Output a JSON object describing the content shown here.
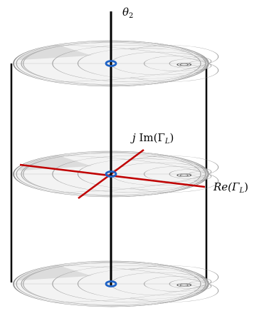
{
  "labels": {
    "axis_top": "θ",
    "axis_top_sub": "2",
    "imag_prefix": "j",
    "imag_func": "Im(Γ",
    "imag_sub": "L",
    "imag_close": ")",
    "real_func": "Re(Γ",
    "real_sub": "L",
    "real_close": ")"
  },
  "colors": {
    "vertical_axis": "#000000",
    "cross_axes": "#c00000",
    "marker": "#1f63c6",
    "chart_lines": "#9a9a9a",
    "chart_fill": "#f2f2f2",
    "chart_dark_fill": "#cfcfcf"
  },
  "disks": [
    "top",
    "middle",
    "bottom"
  ]
}
